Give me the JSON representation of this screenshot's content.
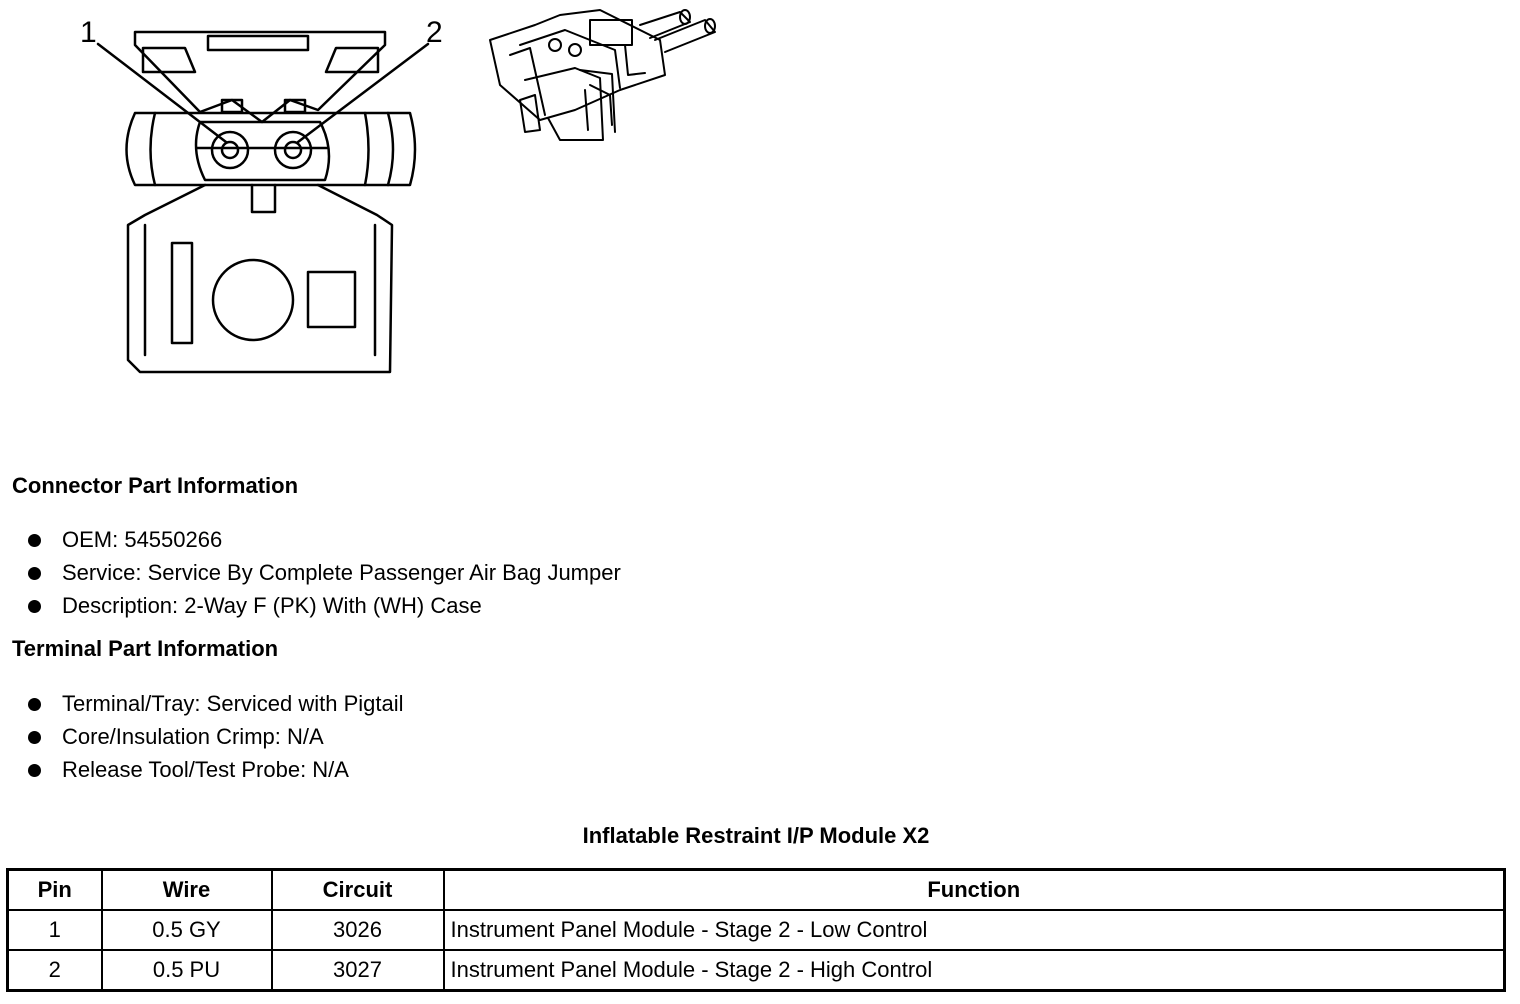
{
  "callouts": {
    "pin1": "1",
    "pin2": "2"
  },
  "connector_section": {
    "heading": "Connector Part Information",
    "items": [
      "OEM: 54550266",
      "Service: Service By Complete Passenger Air Bag Jumper",
      "Description: 2-Way F (PK) With (WH) Case"
    ]
  },
  "terminal_section": {
    "heading": "Terminal Part Information",
    "items": [
      "Terminal/Tray: Serviced with Pigtail",
      "Core/Insulation Crimp: N/A",
      "Release Tool/Test Probe: N/A"
    ]
  },
  "table": {
    "title": "Inflatable Restraint I/P Module X2",
    "headers": [
      "Pin",
      "Wire",
      "Circuit",
      "Function"
    ],
    "rows": [
      [
        "1",
        "0.5 GY",
        "3026",
        "Instrument Panel Module - Stage 2 - Low Control"
      ],
      [
        "2",
        "0.5 PU",
        "3027",
        "Instrument Panel Module - Stage 2 - High Control"
      ]
    ]
  }
}
